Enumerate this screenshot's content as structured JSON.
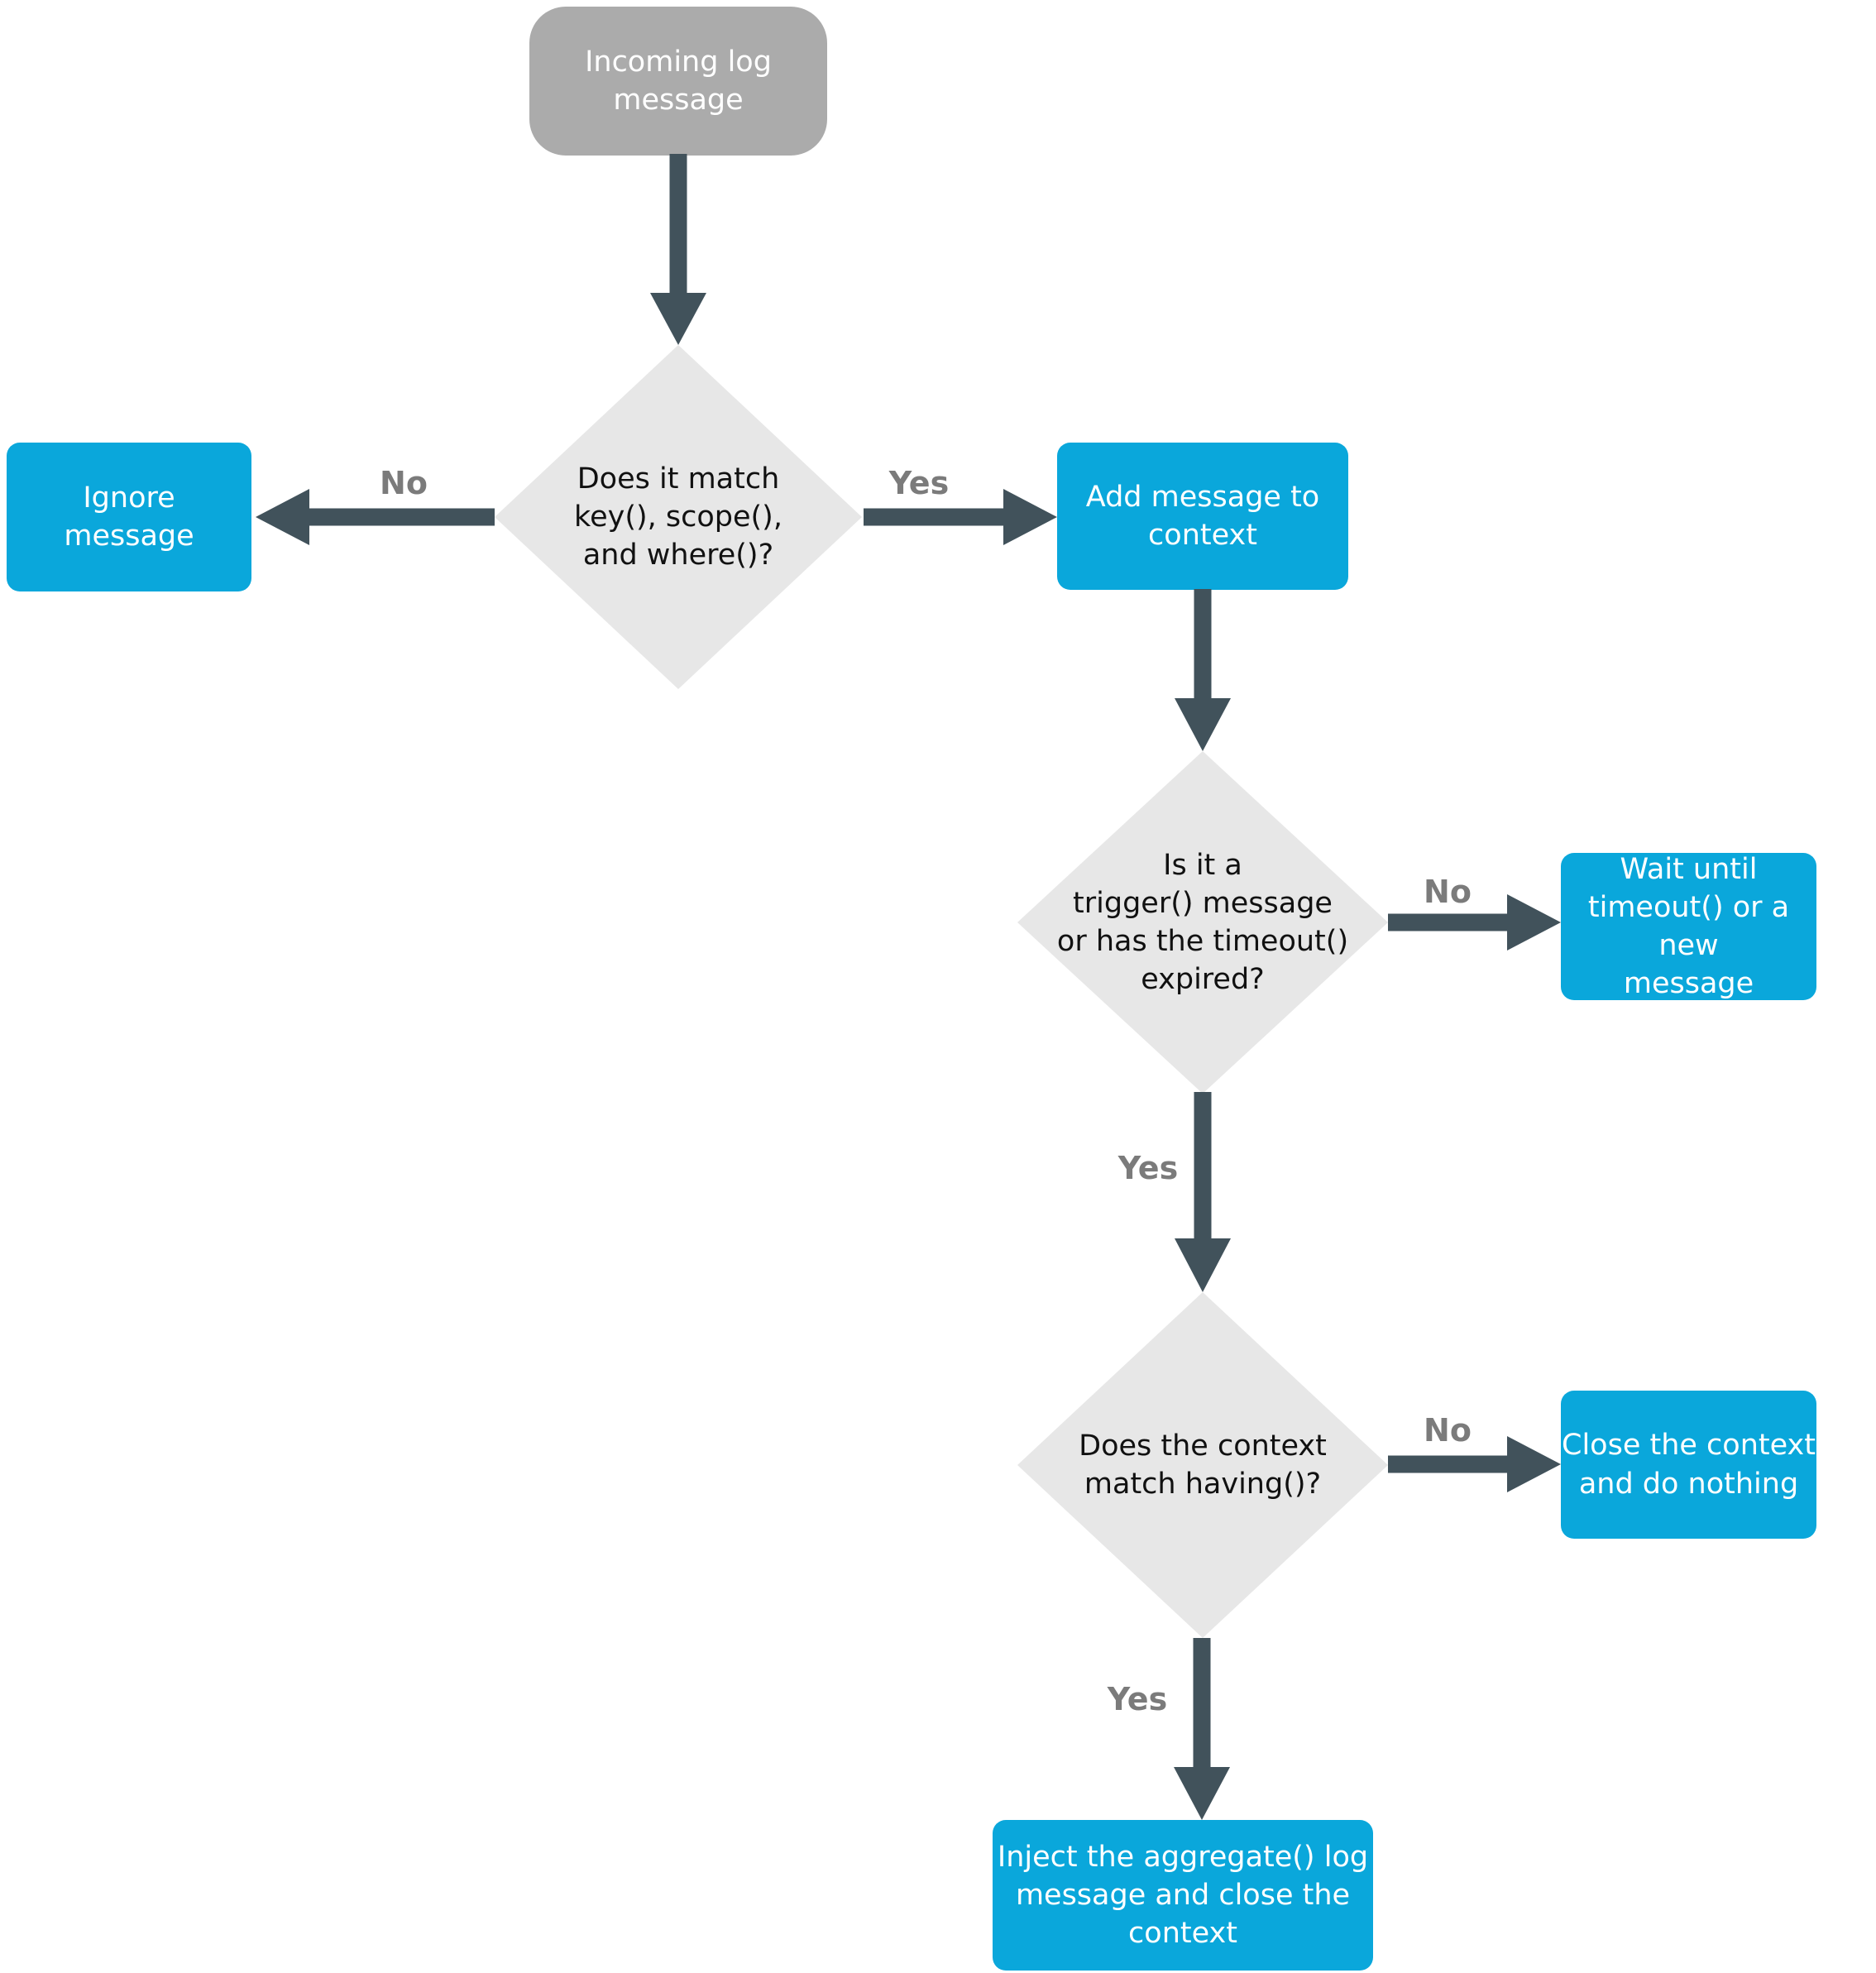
{
  "diagram": {
    "type": "flowchart",
    "title": "Log message correlation / aggregation decision flow",
    "colors": {
      "process_fill": "#0AA7DB",
      "terminator_fill": "#ABABAB",
      "decision_fill": "#E7E7E7",
      "arrow": "#41525B",
      "edge_label_text": "#7B7B7B",
      "process_text": "#FFFFFF",
      "decision_text": "#111111",
      "background": "#FFFFFF"
    },
    "nodes": {
      "start": {
        "type": "terminator",
        "label": "Incoming log\nmessage"
      },
      "match_decision": {
        "type": "decision",
        "label": "Does it match\nkey(), scope(),\nand where()?"
      },
      "ignore": {
        "type": "process",
        "label": "Ignore\nmessage"
      },
      "add_message": {
        "type": "process",
        "label": "Add message to\ncontext"
      },
      "trigger_decision": {
        "type": "decision",
        "label": "Is it a\ntrigger() message\nor has the timeout()\nexpired?"
      },
      "wait": {
        "type": "process",
        "label": "Wait until\ntimeout() or a new\nmessage"
      },
      "having_decision": {
        "type": "decision",
        "label": "Does the context\nmatch having()?"
      },
      "close_context": {
        "type": "process",
        "label": "Close the context\nand do nothing"
      },
      "inject": {
        "type": "process",
        "label": "Inject the aggregate() log\nmessage and close the\ncontext"
      }
    },
    "edges": [
      {
        "from": "start",
        "to": "match_decision",
        "label": ""
      },
      {
        "from": "match_decision",
        "to": "ignore",
        "label": "No"
      },
      {
        "from": "match_decision",
        "to": "add_message",
        "label": "Yes"
      },
      {
        "from": "add_message",
        "to": "trigger_decision",
        "label": ""
      },
      {
        "from": "trigger_decision",
        "to": "wait",
        "label": "No"
      },
      {
        "from": "trigger_decision",
        "to": "having_decision",
        "label": "Yes"
      },
      {
        "from": "having_decision",
        "to": "close_context",
        "label": "No"
      },
      {
        "from": "having_decision",
        "to": "inject",
        "label": "Yes"
      }
    ]
  }
}
